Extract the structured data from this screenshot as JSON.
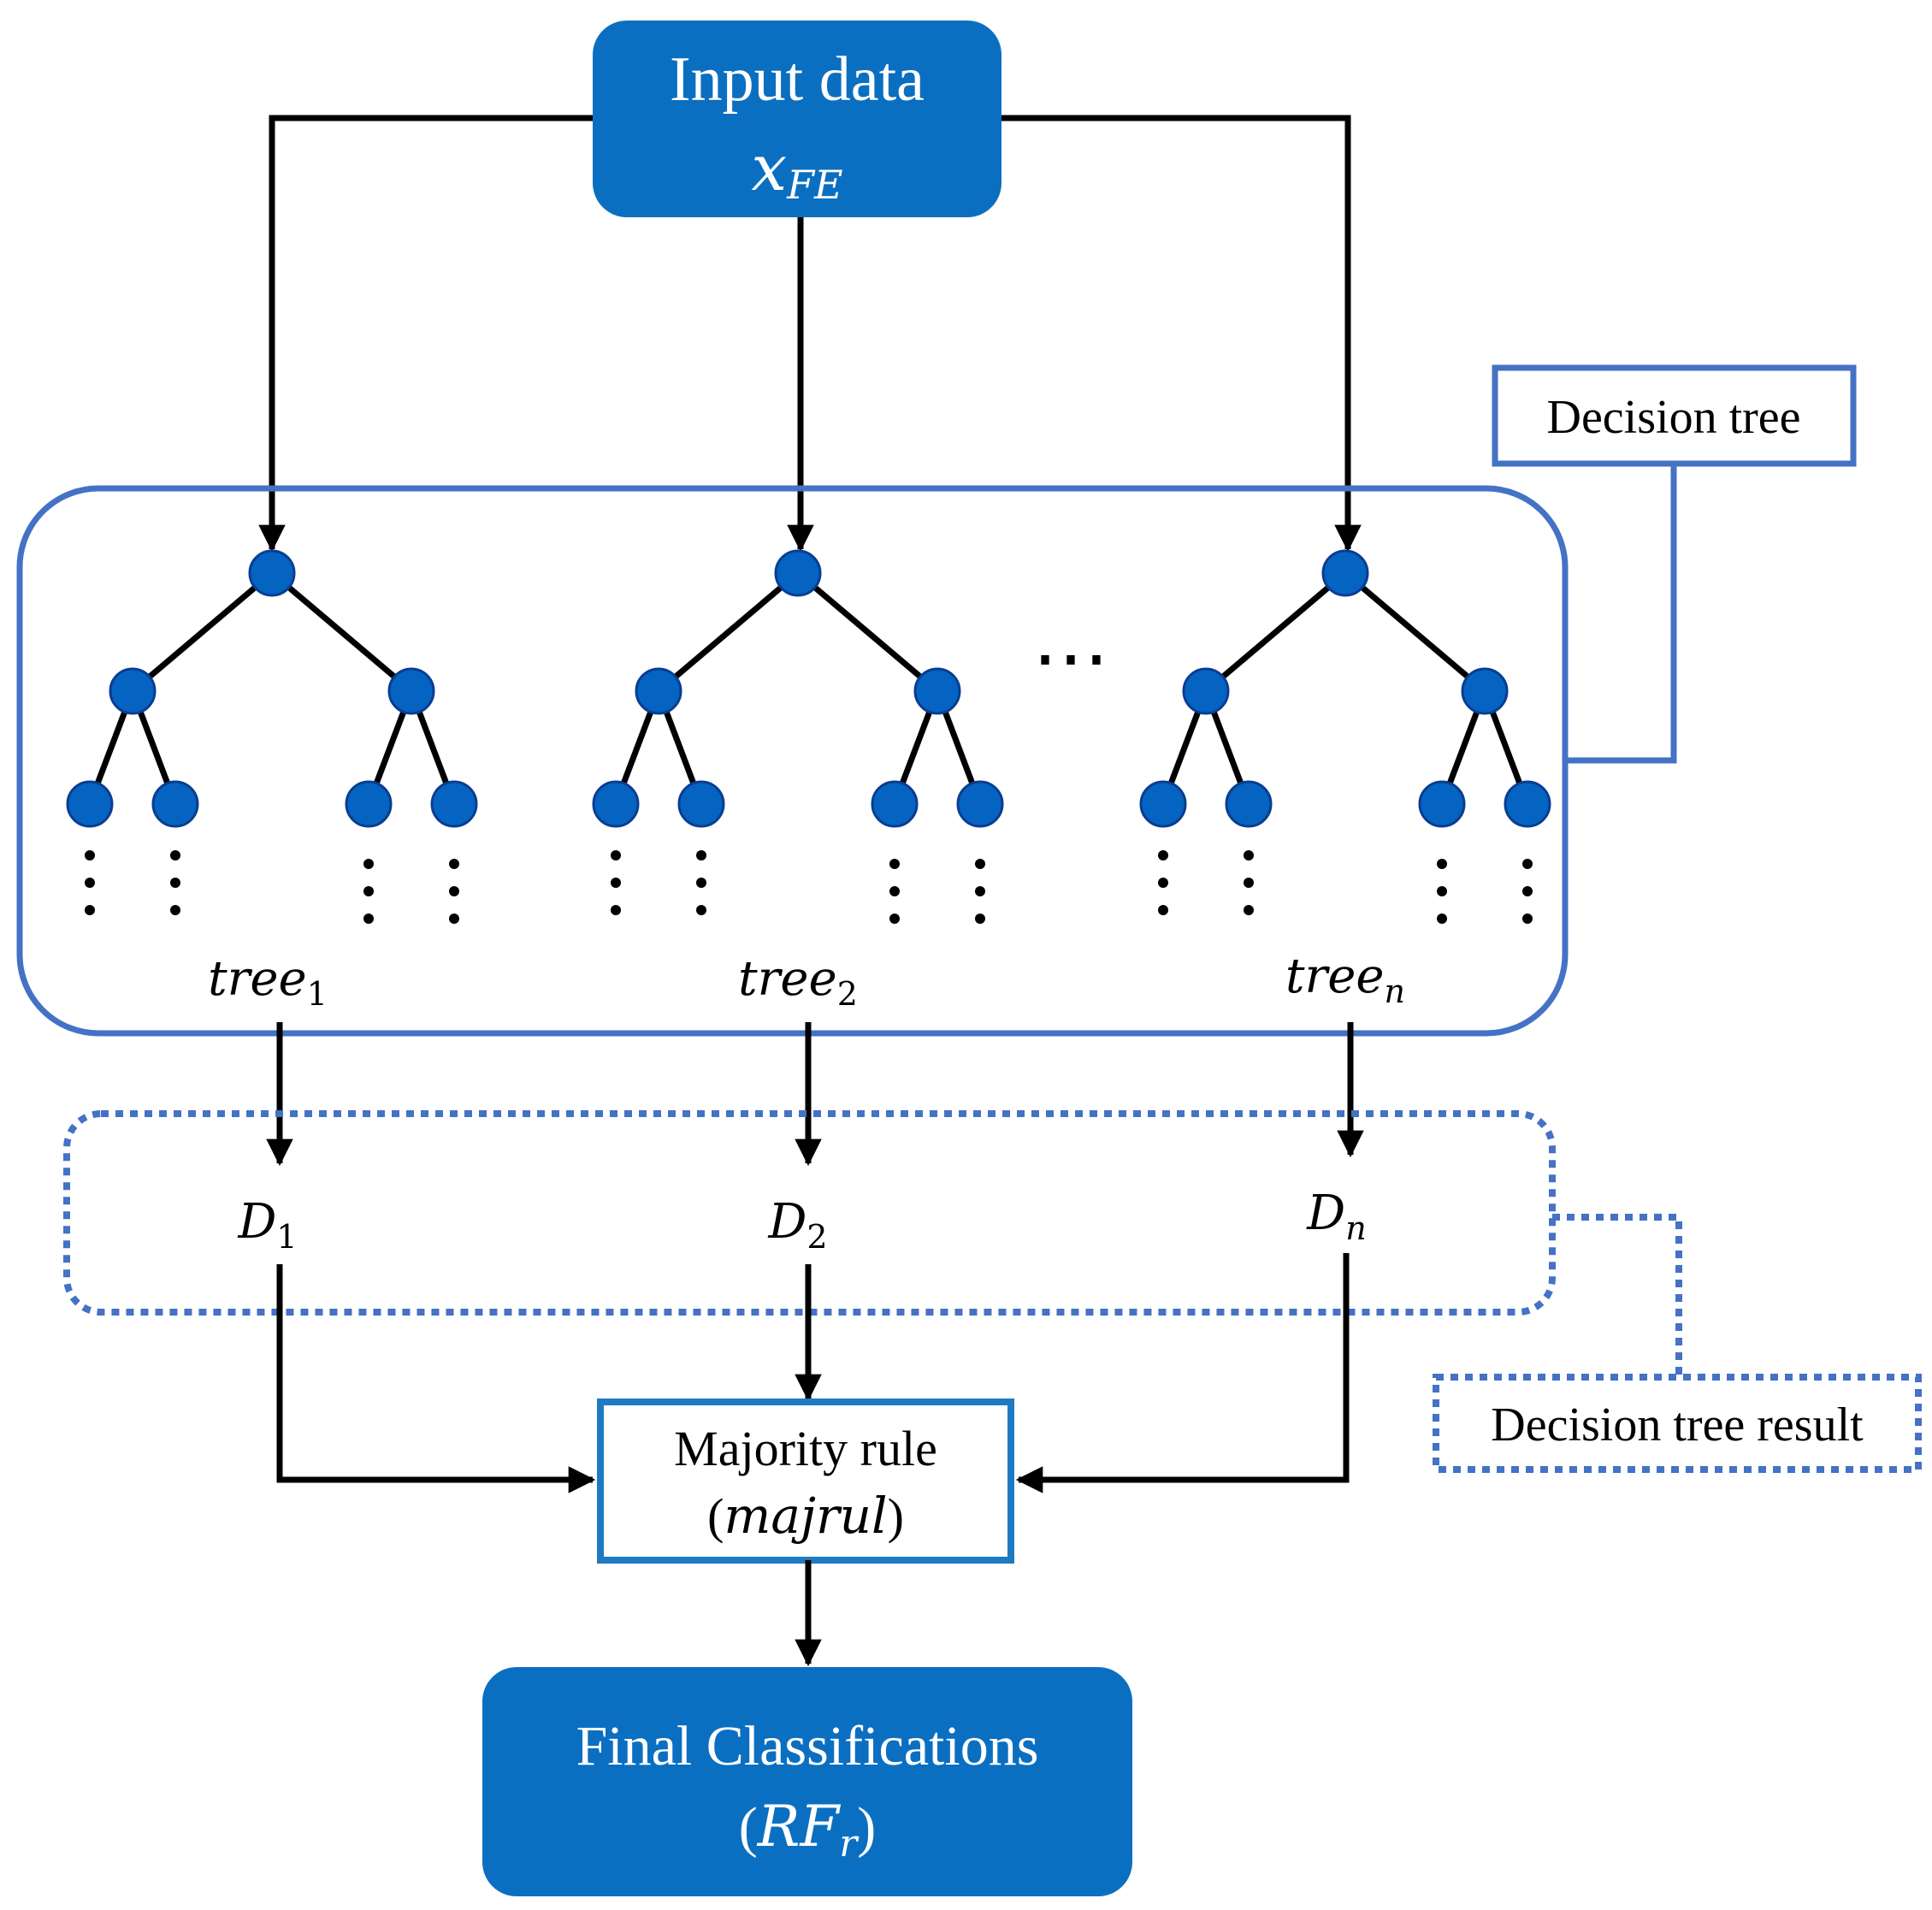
{
  "input_box": {
    "label": "Input data",
    "symbol_base": "x",
    "symbol_sub": "FE"
  },
  "trees": [
    {
      "base": "tree",
      "sub": "1"
    },
    {
      "base": "tree",
      "sub": "2"
    },
    {
      "base": "tree",
      "sub": "n"
    }
  ],
  "ellipsis": "⋯",
  "results": [
    {
      "base": "D",
      "sub": "1"
    },
    {
      "base": "D",
      "sub": "2"
    },
    {
      "base": "D",
      "sub": "n"
    }
  ],
  "legend": {
    "decision_tree": "Decision tree",
    "decision_tree_result": "Decision tree result"
  },
  "majority_box": {
    "line1": "Majority rule",
    "open_paren": "(",
    "symbol": "majrul",
    "close_paren": ")"
  },
  "final_box": {
    "line1": "Final Classifications",
    "open_paren": "(",
    "symbol_base": "RF",
    "symbol_sub": "r",
    "close_paren": ")"
  },
  "colors": {
    "primary_blue": "#0B6FC1",
    "outline_blue": "#4472C4",
    "box_blue": "#1F7AC2",
    "node_blue": "#0563C1",
    "node_stroke": "#0A3D91",
    "line_black": "#000000",
    "white": "#FFFFFF"
  }
}
